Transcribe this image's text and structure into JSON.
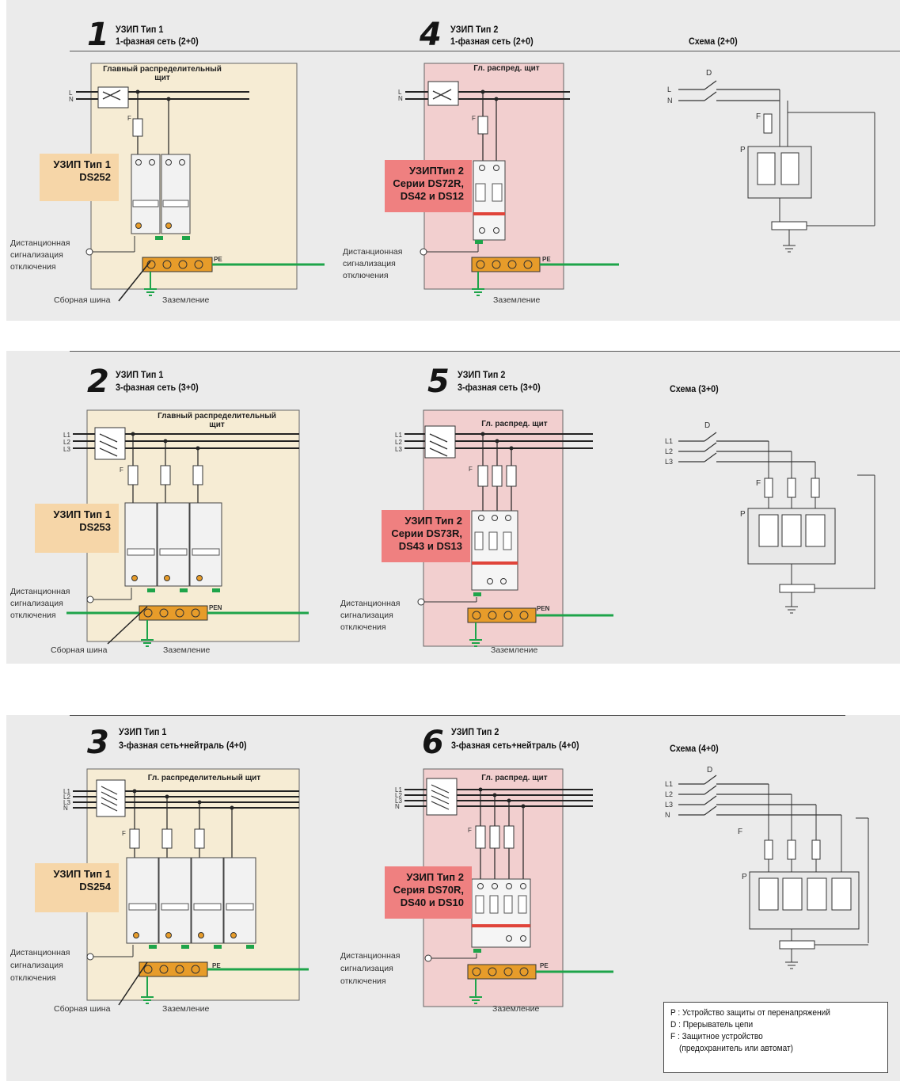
{
  "sections": [
    {
      "left": {
        "number": "1",
        "line1": "УЗИП Тип 1",
        "line2": "1-фазная сеть (2+0)",
        "board_title": "Главный распределительный щит",
        "box_line1": "УЗИП Тип 1",
        "box_line2": "DS252",
        "box_line3": "",
        "remote_1": "Дистанционная",
        "remote_2": "сигнализация",
        "remote_3": "отключения",
        "bus": "Сборная шина",
        "ground": "Заземление",
        "pe": "PE",
        "lines": [
          "L",
          "N"
        ]
      },
      "mid": {
        "number": "4",
        "line1": "УЗИП Тип 2",
        "line2": "1-фазная сеть (2+0)",
        "board_title": "Гл. распред. щит",
        "box_line1": "УЗИПТип 2",
        "box_line2": "Серии DS72R,",
        "box_line3": "DS42 и DS12",
        "remote_1": "Дистанционная",
        "remote_2": "сигнализация",
        "remote_3": "отключения",
        "ground": "Заземление",
        "pe": "PE",
        "lines": [
          "L",
          "N"
        ]
      },
      "scheme": {
        "title": "Схема (2+0)",
        "lines": [
          "L",
          "N"
        ],
        "d": "D",
        "f": "F",
        "p": "P"
      }
    },
    {
      "left": {
        "number": "2",
        "line1": "УЗИП Тип 1",
        "line2": "3-фазная сеть (3+0)",
        "board_title": "Главный распределительный щит",
        "box_line1": "УЗИП Тип 1",
        "box_line2": "DS253",
        "box_line3": "",
        "remote_1": "Дистанционная",
        "remote_2": "сигнализация",
        "remote_3": "отключения",
        "bus": "Сборная шина",
        "ground": "Заземление",
        "pe": "PEN",
        "lines": [
          "L1",
          "L2",
          "L3"
        ]
      },
      "mid": {
        "number": "5",
        "line1": "УЗИП Тип 2",
        "line2": "3-фазная сеть (3+0)",
        "board_title": "Гл. распред. щит",
        "box_line1": "УЗИП Тип 2",
        "box_line2": "Серии DS73R,",
        "box_line3": "DS43 и DS13",
        "remote_1": "Дистанционная",
        "remote_2": "сигнализация",
        "remote_3": "отключения",
        "ground": "Заземление",
        "pe": "PEN",
        "lines": [
          "L1",
          "L2",
          "L3"
        ]
      },
      "scheme": {
        "title": "Схема (3+0)",
        "lines": [
          "L1",
          "L2",
          "L3"
        ],
        "d": "D",
        "f": "F",
        "p": "P"
      }
    },
    {
      "left": {
        "number": "3",
        "line1": "УЗИП Тип 1",
        "line2": "3-фазная сеть+нейтраль (4+0)",
        "board_title": "Гл. распределительный щит",
        "box_line1": "УЗИП Тип 1",
        "box_line2": "DS254",
        "box_line3": "",
        "remote_1": "Дистанционная",
        "remote_2": "сигнализация",
        "remote_3": "отключения",
        "bus": "Сборная шина",
        "ground": "Заземление",
        "pe": "PE",
        "lines": [
          "L1",
          "L2",
          "L3",
          "N"
        ]
      },
      "mid": {
        "number": "6",
        "line1": "УЗИП Тип 2",
        "line2": "3-фазная сеть+нейтраль (4+0)",
        "board_title": "Гл. распред. щит",
        "box_line1": "УЗИП Тип 2",
        "box_line2": "Серия DS70R,",
        "box_line3": "DS40 и DS10",
        "remote_1": "Дистанционная",
        "remote_2": "сигнализация",
        "remote_3": "отключения",
        "ground": "Заземление",
        "pe": "PE",
        "lines": [
          "L1",
          "L2",
          "L3",
          "N"
        ]
      },
      "scheme": {
        "title": "Схема (4+0)",
        "lines": [
          "L1",
          "L2",
          "L3",
          "N"
        ],
        "d": "D",
        "f": "F",
        "p": "P"
      }
    }
  ],
  "legend": {
    "p": "P : Устройство защиты от перенапряжений",
    "d": "D : Прерыватель цепи",
    "f": "F : Защитное устройство",
    "f2": "(предохранитель или автомат)"
  },
  "colors": {
    "panel": "#ebebeb",
    "board_type1": "#f6ecd4",
    "board_type2": "#f2cfcf",
    "label_type1": "#f6d6a8",
    "label_type2": "#ef8080",
    "busbar": "#e79c2a",
    "ground_wire": "#1ea44a"
  }
}
